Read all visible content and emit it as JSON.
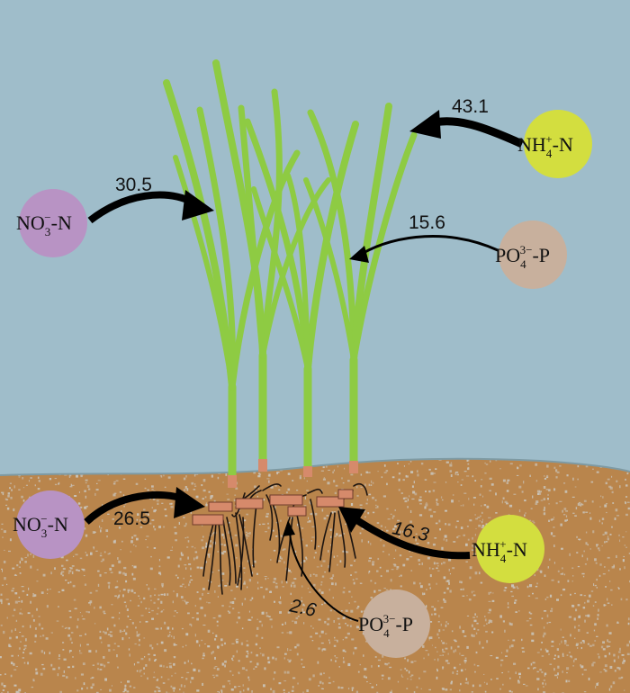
{
  "colors": {
    "water": "#9fbdca",
    "sediment": "#b9854c",
    "sediment_speck": "#c9c3b8",
    "leaf": "#8ecb43",
    "root": "#1c1410",
    "rhizome": "#d68a6b",
    "nitrate": "#b893c4",
    "ammonium": "#d3de3f",
    "phosphate": "#c8b09d",
    "arrow": "#000000"
  },
  "nodes": {
    "water_nitrate": {
      "base": "NO",
      "sub": "3",
      "sup": "−",
      "suffix": "-N"
    },
    "water_ammonium": {
      "base": "NH",
      "sub": "4",
      "sup": "+",
      "suffix": "-N"
    },
    "water_phosphate": {
      "base": "PO",
      "sub": "4",
      "sup": "3−",
      "suffix": "-P"
    },
    "sed_nitrate": {
      "base": "NO",
      "sub": "3",
      "sup": "−",
      "suffix": "-N"
    },
    "sed_ammonium": {
      "base": "NH",
      "sub": "4",
      "sup": "+",
      "suffix": "-N"
    },
    "sed_phosphate": {
      "base": "PO",
      "sub": "4",
      "sup": "3−",
      "suffix": "-P"
    }
  },
  "fluxes": {
    "water_ammonium": "43.1",
    "water_nitrate": "30.5",
    "water_phosphate": "15.6",
    "sed_nitrate": "26.5",
    "sed_ammonium": "16.3",
    "sed_phosphate": "2.6"
  }
}
